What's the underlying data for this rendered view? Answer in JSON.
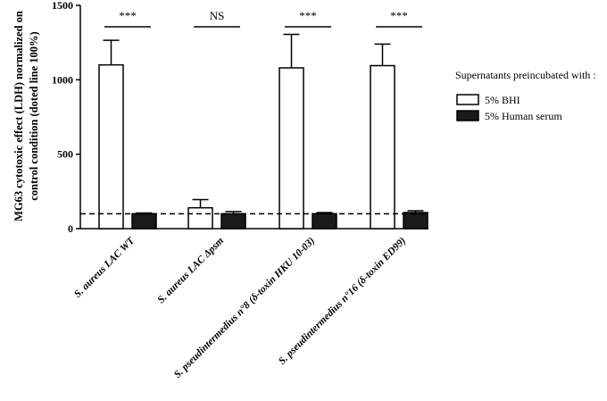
{
  "chart_data": {
    "type": "bar",
    "ylabel_line1": "MG63 cytotoxic effect (LDH) normalized on",
    "ylabel_line2": "control condition (doted line 100%)",
    "ylim": [
      0,
      1500
    ],
    "yticks": [
      0,
      500,
      1000,
      1500
    ],
    "reference_line": 100,
    "categories": [
      "S. aureus LAC WT",
      "S. aureus LAC Δpsm",
      "S. pseudintermedius n°8 (δ-toxin HKU 10-03)",
      "S. pseudintermedius n°16 (δ-toxin ED99)"
    ],
    "series": [
      {
        "name": "5% BHI",
        "fill": "#ffffff",
        "values": [
          1100,
          140,
          1080,
          1095
        ],
        "errors": [
          165,
          55,
          225,
          145
        ]
      },
      {
        "name": "5% Human serum",
        "fill": "#1a1a1a",
        "values": [
          100,
          100,
          100,
          108
        ],
        "errors": [
          5,
          15,
          8,
          12
        ]
      }
    ],
    "significance": [
      "***",
      "NS",
      "***",
      "***"
    ],
    "legend": {
      "title": "Supernatants preincubated with :",
      "placement": "right"
    }
  }
}
